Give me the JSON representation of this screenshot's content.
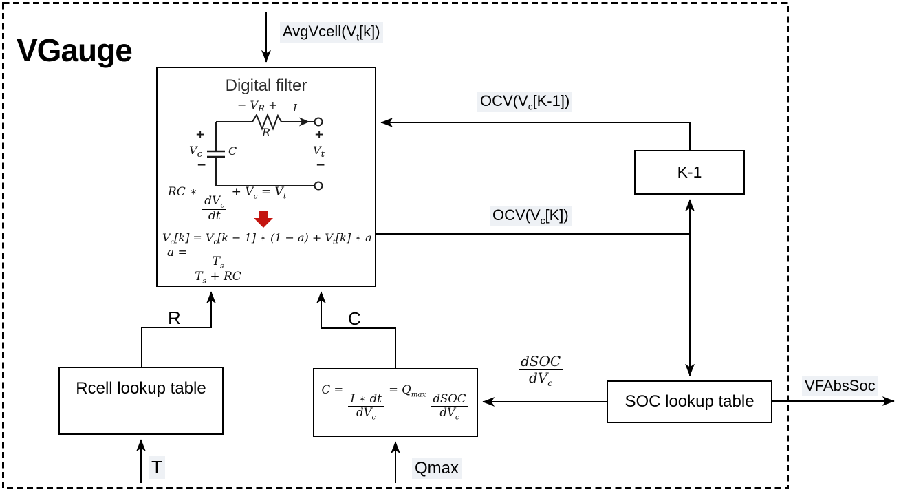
{
  "page": {
    "title": "VGauge"
  },
  "boxes": {
    "digital_filter": {
      "title": "Digital filter"
    },
    "k_minus_1": {
      "label": "K-1"
    },
    "soc_lookup": {
      "label": "SOC lookup table"
    },
    "rcell_lookup": {
      "label": "Rcell lookup table"
    }
  },
  "signals": {
    "avgvcell": [
      {
        "t": "AvgVcell(V"
      },
      {
        "s": "t"
      },
      {
        "t": "[k])"
      }
    ],
    "ocv_prev": [
      {
        "t": "OCV(V"
      },
      {
        "s": "c"
      },
      {
        "t": "[K-1])"
      }
    ],
    "ocv_curr": [
      {
        "t": "OCV(V"
      },
      {
        "s": "c"
      },
      {
        "t": "[K])"
      }
    ],
    "vfabssoc": "VFAbsSoc",
    "r_input": "R",
    "c_input": "C",
    "t_input": "T",
    "qmax_input": "Qmax",
    "dsoc_dvc": [
      {
        "f": {
          "n": [
            {
              "t": "dSOC"
            }
          ],
          "d": [
            {
              "t": "dV"
            },
            {
              "s": "c"
            }
          ]
        }
      }
    ]
  },
  "circuit": {
    "vr_label": [
      {
        "t": "−  V"
      },
      {
        "s": "R"
      },
      {
        "t": "  +"
      }
    ],
    "current_label": "I",
    "resistor_label": "R",
    "cap_label": "C",
    "vc_label": [
      {
        "t": "V"
      },
      {
        "s": "c"
      }
    ],
    "vt_label": [
      {
        "t": "V"
      },
      {
        "s": "t"
      }
    ],
    "plus": "+",
    "minus": "−"
  },
  "equations": {
    "continuous": [
      {
        "t": "RC ∗ "
      },
      {
        "f": {
          "n": [
            {
              "t": "dV"
            },
            {
              "s": "c"
            }
          ],
          "d": [
            {
              "t": "dt"
            }
          ]
        }
      },
      {
        "t": " + V"
      },
      {
        "s": "c"
      },
      {
        "t": " = V"
      },
      {
        "s": "t"
      }
    ],
    "discrete": [
      {
        "t": "V"
      },
      {
        "s": "c"
      },
      {
        "t": "[k] = V"
      },
      {
        "s": "c"
      },
      {
        "t": "[k − 1] ∗ (1 − a) + V"
      },
      {
        "s": "t"
      },
      {
        "t": "[k] ∗ a"
      }
    ],
    "alpha": [
      {
        "t": "a = "
      },
      {
        "f": {
          "n": [
            {
              "t": "T"
            },
            {
              "s": "s"
            }
          ],
          "d": [
            {
              "t": "T"
            },
            {
              "s": "s"
            },
            {
              "t": " + RC"
            }
          ]
        }
      }
    ],
    "capacitance": [
      {
        "t": "C = "
      },
      {
        "f": {
          "n": [
            {
              "t": "I ∗ dt"
            }
          ],
          "d": [
            {
              "t": "dV"
            },
            {
              "s": "c"
            }
          ]
        }
      },
      {
        "t": " = Q"
      },
      {
        "s": "max"
      },
      {
        "t": " "
      },
      {
        "f": {
          "n": [
            {
              "t": "dSOC"
            }
          ],
          "d": [
            {
              "t": "dV"
            },
            {
              "s": "c"
            }
          ]
        }
      }
    ]
  },
  "colors": {
    "line": "#000000",
    "red_arrow": "#c41510",
    "label_bg": "#eef1f5"
  }
}
